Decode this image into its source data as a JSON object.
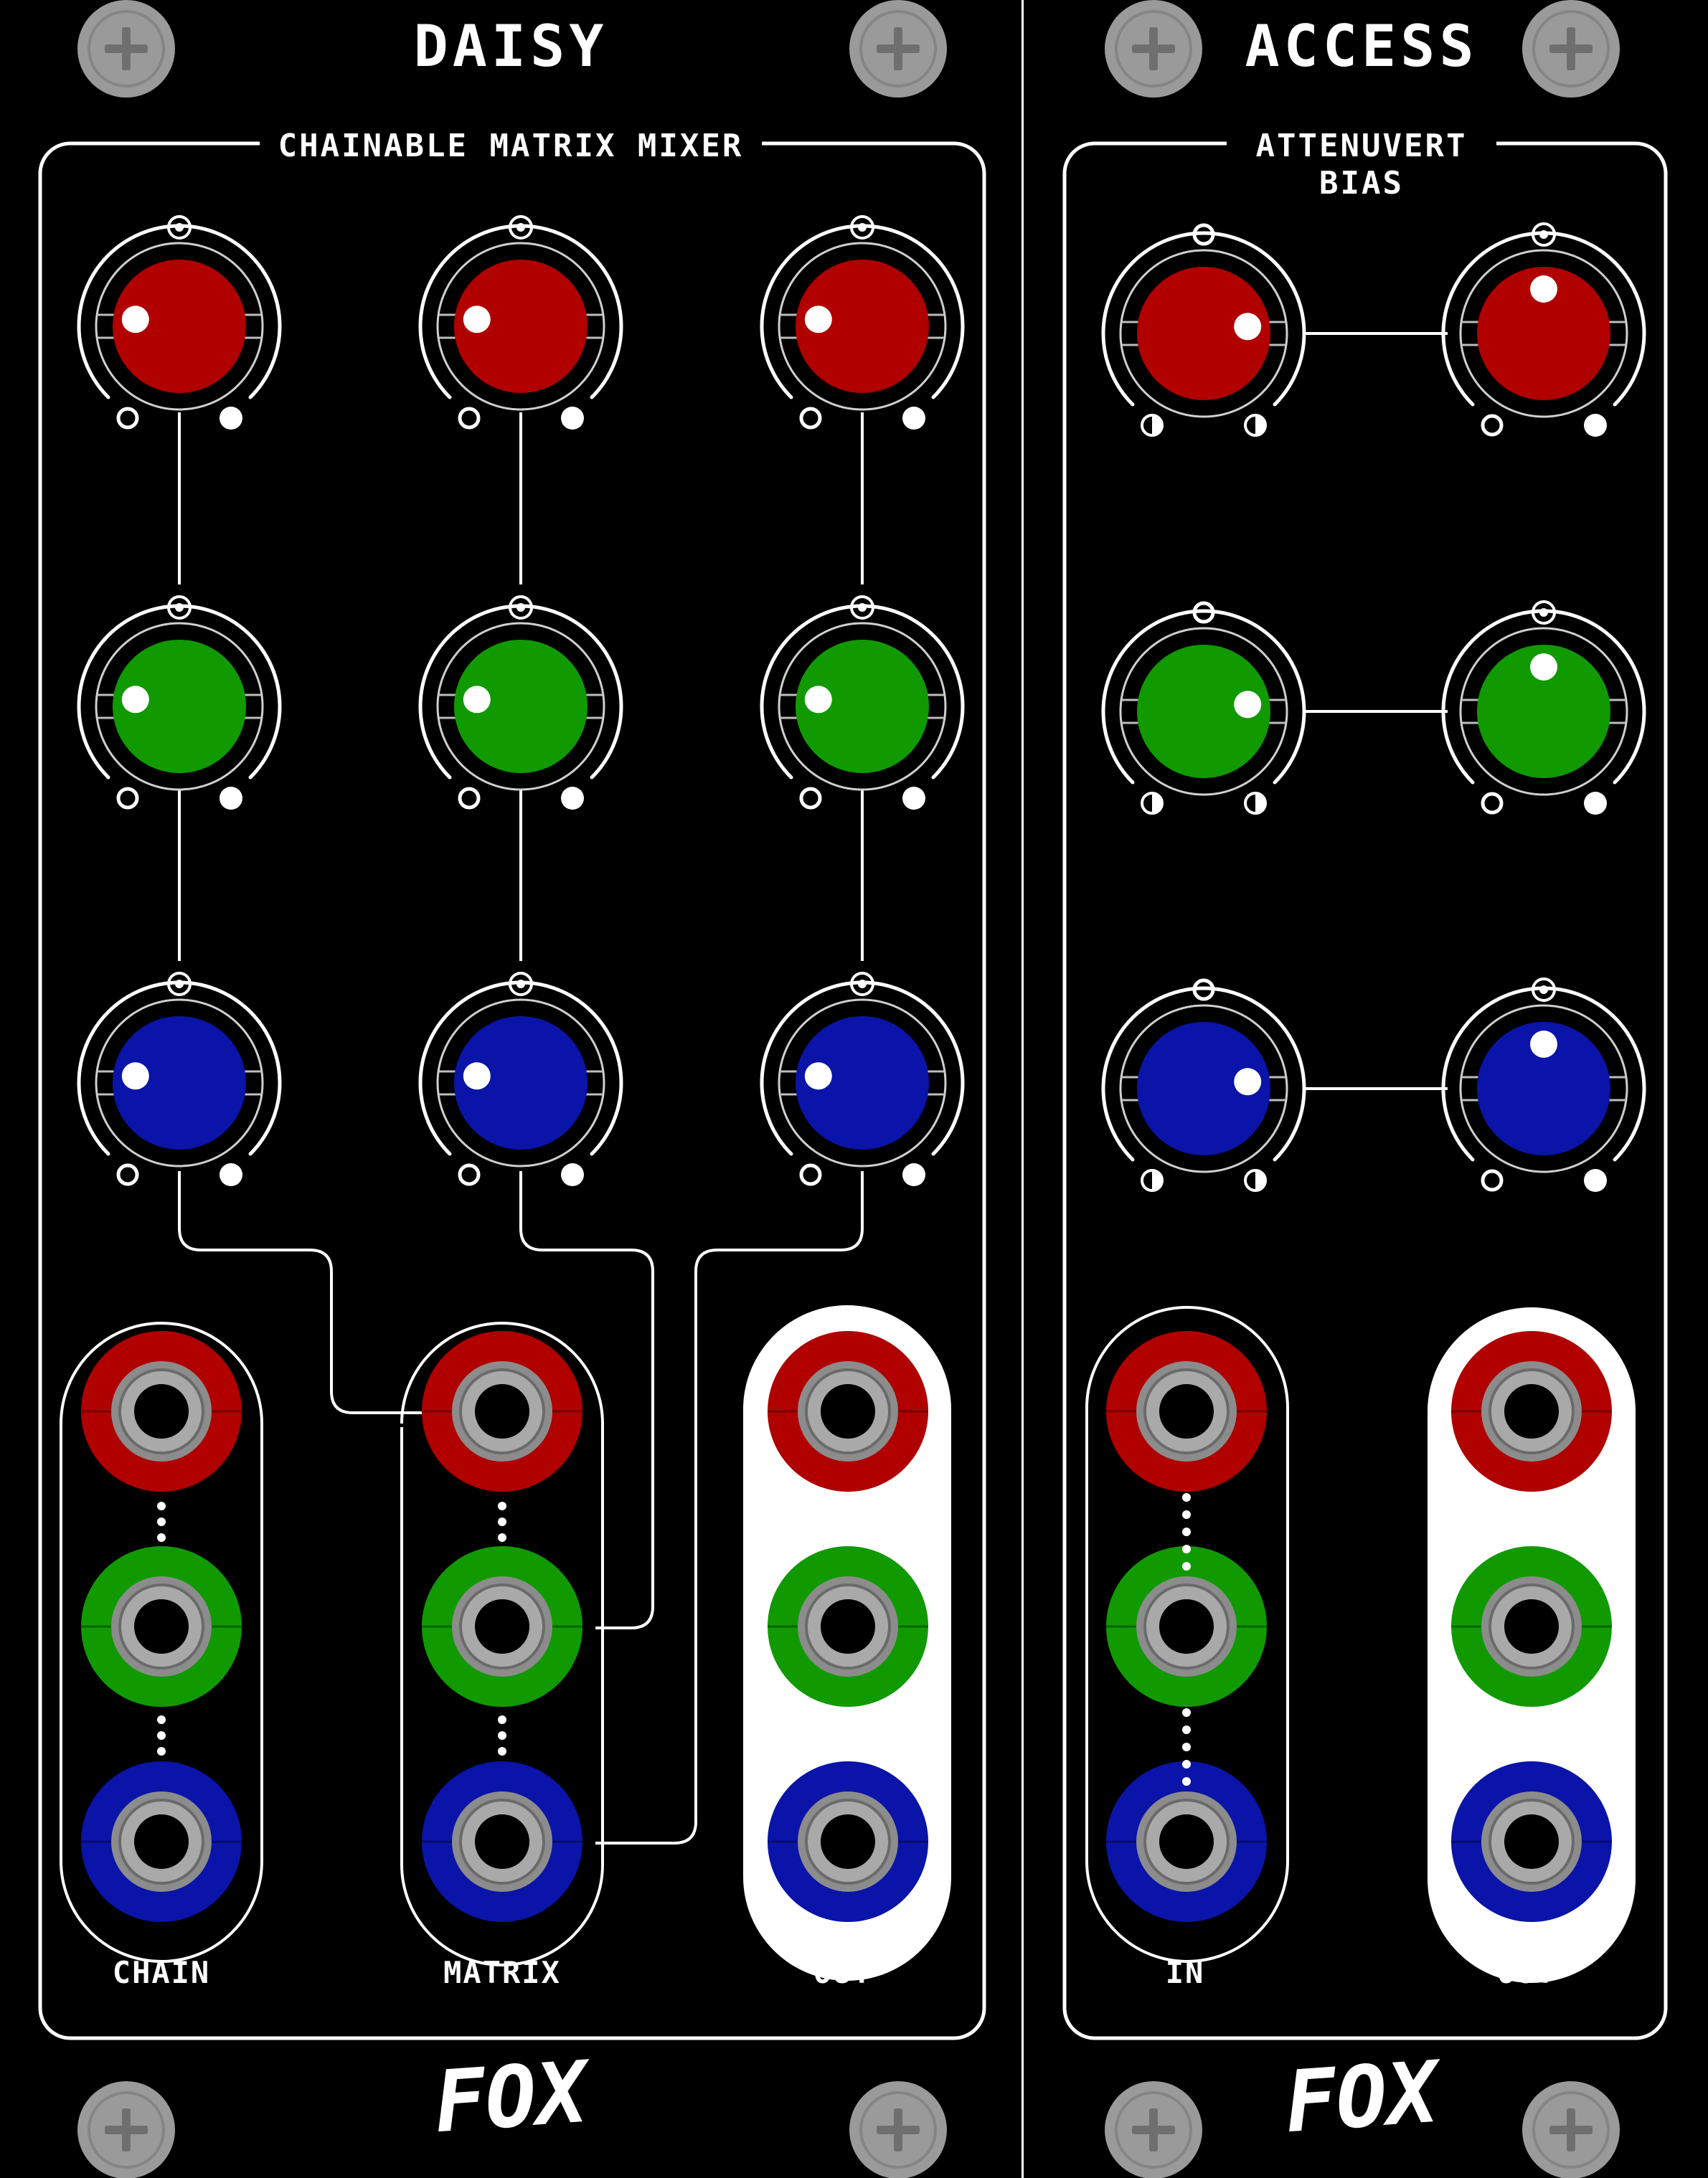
{
  "colors": {
    "panel": "#000000",
    "line": "#ffffff",
    "screw": "#9a9a9a",
    "red": "#b00000",
    "green": "#109a00",
    "blue": "#0a14a8",
    "jack_ring": "#8c8c8c"
  },
  "modules": [
    {
      "title": "DAISY",
      "subtitle_lines": [
        "CHAINABLE MATRIX MIXER"
      ],
      "jack_labels": [
        "CHAIN",
        "MATRIX",
        "OUT"
      ],
      "logo": "FOX"
    },
    {
      "title": "ACCESS",
      "subtitle_lines": [
        "ATTENUVERT",
        "BIAS"
      ],
      "jack_labels": [
        "IN",
        "OUT"
      ],
      "logo": "FOX"
    }
  ],
  "icons": {
    "screw": "phillips-screw-icon",
    "range_min": "hollow-circle-icon",
    "range_max": "filled-circle-icon",
    "range_center": "half-circle-icon",
    "zero_mark": "target-circle-icon"
  },
  "knob_levels": {
    "daisy_matrix": 0.2,
    "access_attenuvert": 0.8,
    "access_bias": 0.5
  }
}
